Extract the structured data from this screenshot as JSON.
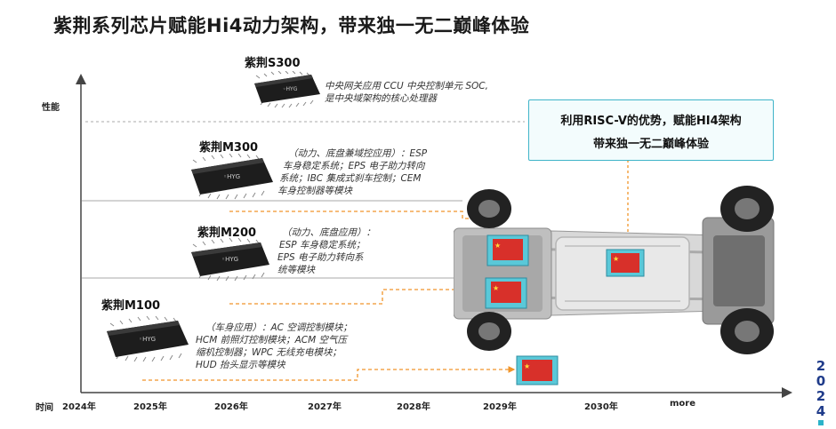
{
  "title": "紫荆系列芯片赋能Hi4动力架构，带来独一无二巅峰体验",
  "axes": {
    "y_label": "性能",
    "x_label": "时间",
    "ticks": [
      "2024年",
      "2025年",
      "2026年",
      "2027年",
      "2028年",
      "2029年",
      "2030年",
      "more"
    ]
  },
  "chips": [
    {
      "name": "紫荆S300",
      "desc": [
        "中央网关应用 CCU 中央控制单元 SOC,",
        "是中央域架构的核心处理器"
      ]
    },
    {
      "name": "紫荆M300",
      "desc": [
        "（动力、底盘兼域控应用）：ESP",
        "车身稳定系统；EPS 电子助力转向",
        "系统；IBC 集成式刹车控制；CEM",
        "车身控制器等模块"
      ]
    },
    {
      "name": "紫荆M200",
      "desc": [
        "（动力、底盘应用）：",
        "ESP 车身稳定系统；",
        "EPS 电子助力转向系",
        "统等模块"
      ]
    },
    {
      "name": "紫荆M100",
      "desc": [
        "（车身应用）：AC 空调控制模块；",
        "HCM 前照灯控制模块；ACM 空气压",
        "缩机控制器；WPC 无线充电模块；",
        "HUD 抬头显示等模块"
      ]
    }
  ],
  "callout": {
    "line1": "利用RISC-V的优势，赋能HI4架构",
    "line2": "带来独一无二巅峰体验"
  },
  "logo": {
    "digits": [
      "2",
      "0",
      "2",
      "4"
    ]
  },
  "colors": {
    "accent": "#f0952a",
    "callout_border": "#3fb4c8",
    "logo": "#1f3b8a"
  }
}
